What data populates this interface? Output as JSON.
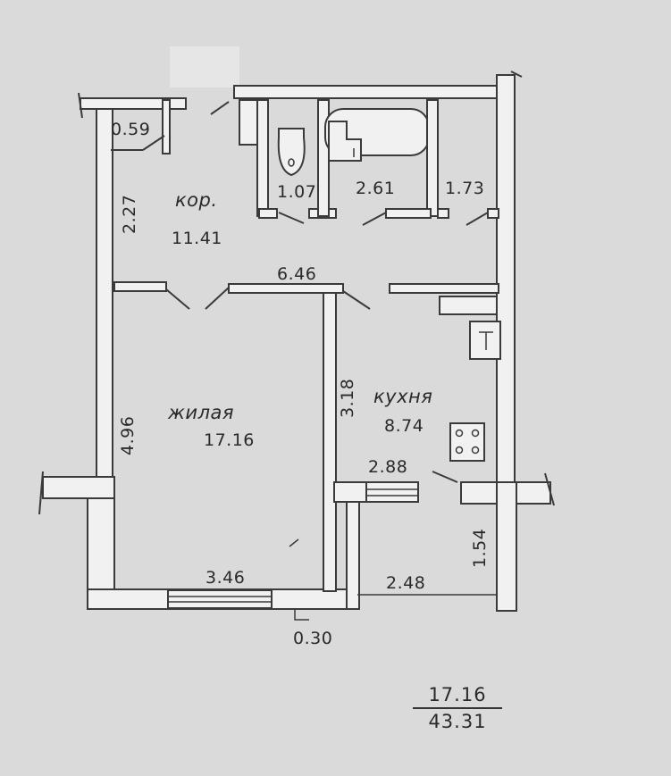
{
  "rooms": {
    "closet_area": "0.59",
    "wc_area": "1.07",
    "bath_area": "2.61",
    "storage_area": "1.73",
    "corridor_name": "кор.",
    "corridor_area": "11.41",
    "living_name": "жилая",
    "living_area": "17.16",
    "kitchen_name": "кухня",
    "kitchen_area": "8.74"
  },
  "dimensions": {
    "corridor_depth": "2.27",
    "corridor_width": "6.46",
    "living_length": "4.96",
    "kitchen_length": "3.18",
    "living_width": "3.46",
    "balcony_width": "2.48",
    "balcony_depth": "1.54",
    "window_opening": "2.88",
    "wall_offset": "0.30"
  },
  "summary": {
    "living_total": "17.16",
    "overall_total": "43.31"
  }
}
